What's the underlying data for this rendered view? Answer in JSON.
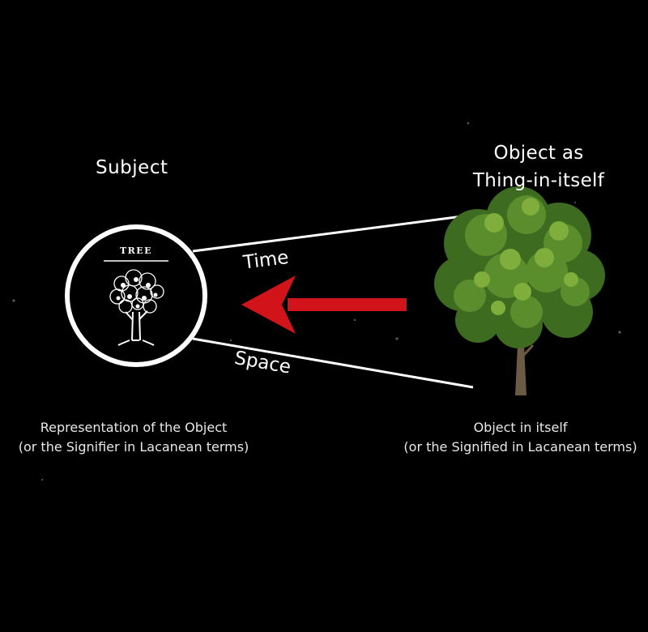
{
  "subject": {
    "label": "Subject",
    "sign_text": "TREE"
  },
  "object": {
    "title_line1": "Object as",
    "title_line2": "Thing-in-itself"
  },
  "connectors": {
    "time_label": "Time",
    "space_label": "Space"
  },
  "captions": {
    "left_line1": "Representation of the Object",
    "left_line2": "(or the Signifier in Lacanean terms)",
    "right_line1": "Object in itself",
    "right_line2": "(or the Signified in Lacanean terms)"
  },
  "colors": {
    "background": "#000000",
    "arrow": "#d0141a",
    "line": "#ffffff",
    "foliage_dark": "#3d6b1f",
    "foliage_light": "#7fae3c",
    "trunk": "#6b5a44"
  },
  "icons": {
    "sign": "tree-sketch-icon",
    "object": "tree-photo-icon"
  }
}
